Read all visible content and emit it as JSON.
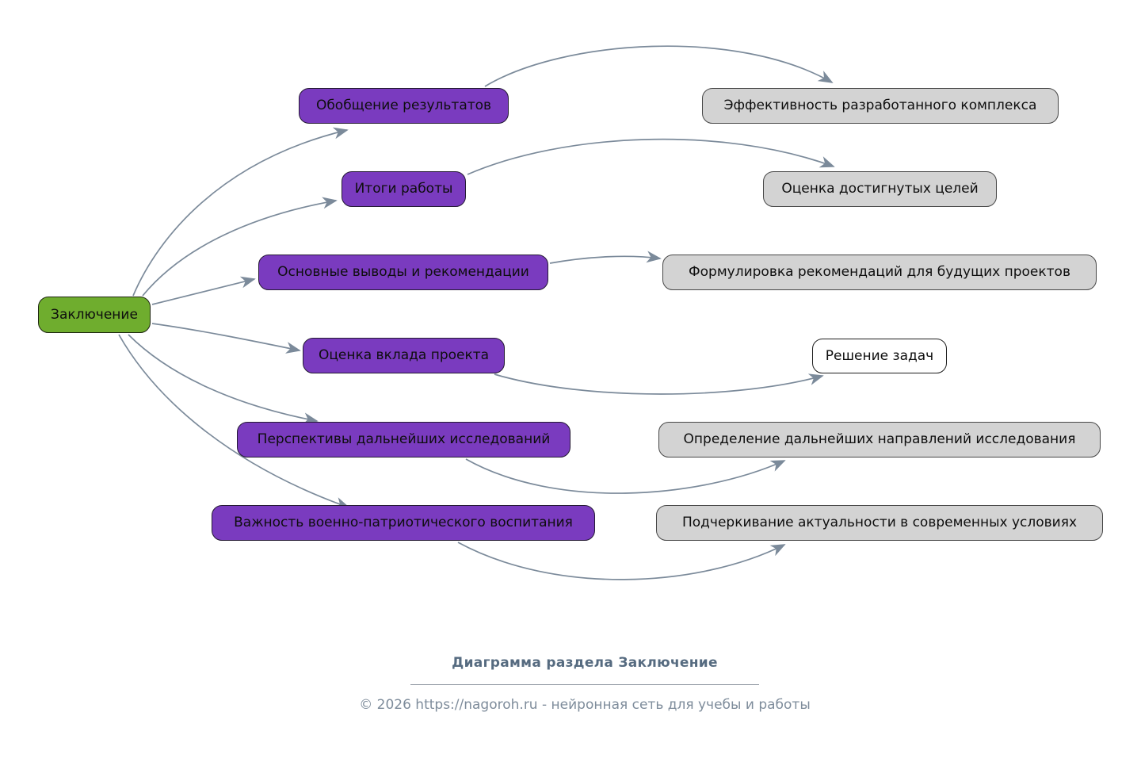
{
  "diagram": {
    "nodes": [
      {
        "id": "zakl",
        "label": "Заключение",
        "style": "green"
      },
      {
        "id": "obob",
        "label": "Обобщение результатов",
        "style": "purple"
      },
      {
        "id": "itogi",
        "label": "Итоги работы",
        "style": "purple"
      },
      {
        "id": "osnov",
        "label": "Основные выводы и рекомендации",
        "style": "purple"
      },
      {
        "id": "vklad",
        "label": "Оценка вклада проекта",
        "style": "purple"
      },
      {
        "id": "persp",
        "label": "Перспективы дальнейших исследований",
        "style": "purple"
      },
      {
        "id": "vazhn",
        "label": "Важность военно-патриотического воспитания",
        "style": "purple"
      },
      {
        "id": "effekt",
        "label": "Эффективность разработанного комплекса",
        "style": "gray"
      },
      {
        "id": "celi",
        "label": "Оценка достигнутых целей",
        "style": "gray"
      },
      {
        "id": "form",
        "label": "Формулировка рекомендаций для будущих проектов",
        "style": "gray"
      },
      {
        "id": "resh",
        "label": "Решение задач",
        "style": "white"
      },
      {
        "id": "opred",
        "label": "Определение дальнейших направлений исследования",
        "style": "gray"
      },
      {
        "id": "podch",
        "label": "Подчеркивание актуальности в современных условиях",
        "style": "gray"
      }
    ],
    "edges": [
      {
        "from": "zakl",
        "to": "obob"
      },
      {
        "from": "zakl",
        "to": "itogi"
      },
      {
        "from": "zakl",
        "to": "osnov"
      },
      {
        "from": "zakl",
        "to": "vklad"
      },
      {
        "from": "zakl",
        "to": "persp"
      },
      {
        "from": "zakl",
        "to": "vazhn"
      },
      {
        "from": "obob",
        "to": "effekt"
      },
      {
        "from": "itogi",
        "to": "celi"
      },
      {
        "from": "osnov",
        "to": "form"
      },
      {
        "from": "vklad",
        "to": "resh"
      },
      {
        "from": "persp",
        "to": "opred"
      },
      {
        "from": "vazhn",
        "to": "podch"
      }
    ],
    "colors": {
      "root_fill": "#6fad2e",
      "branch_fill": "#7a3bbf",
      "leaf_fill": "#d3d3d3",
      "plain_fill": "#ffffff",
      "edge": "#7b8a9a"
    }
  },
  "footer": {
    "title": "Диаграмма раздела Заключение",
    "copyright": "© 2026 https://nagoroh.ru - нейронная сеть для учебы и работы"
  }
}
